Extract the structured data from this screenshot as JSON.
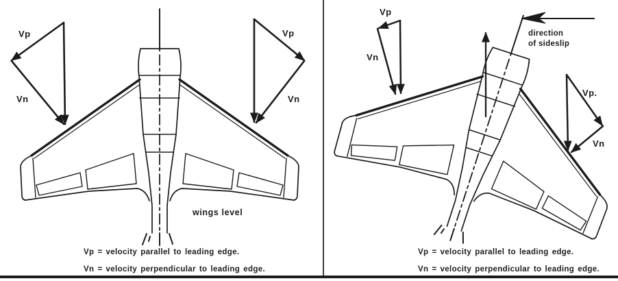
{
  "figure": {
    "left_panel": {
      "left_triangle": {
        "vp": "Vp",
        "vn": "Vn"
      },
      "right_triangle": {
        "vp": "Vp",
        "vn": "Vn"
      },
      "state_label": "wings level",
      "legend_line1": "Vp = velocity parallel to leading edge.",
      "legend_line2": "Vn = velocity perpendicular to leading edge."
    },
    "right_panel": {
      "sideslip_line1": "direction",
      "sideslip_line2": "of sideslip",
      "left_triangle": {
        "vp": "Vp",
        "vn": "Vn"
      },
      "right_triangle": {
        "vp": "Vp.",
        "vn": "Vn"
      },
      "legend_line1": "Vp = velocity parallel to leading edge.",
      "legend_line2": "Vn = velocity perpendicular to leading edge."
    },
    "colors": {
      "ink": "#1b1b1b",
      "paper": "#ffffff"
    }
  }
}
